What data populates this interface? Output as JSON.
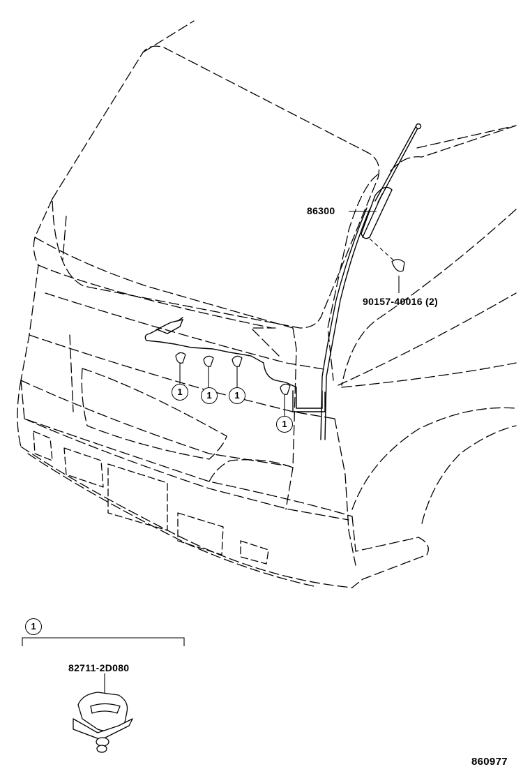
{
  "labels": {
    "antenna_part": "86300",
    "screw_part": "90157-40016 (2)",
    "clamp_part": "82711-2D080",
    "figure_id": "860977"
  },
  "callout": {
    "ref": "1"
  }
}
